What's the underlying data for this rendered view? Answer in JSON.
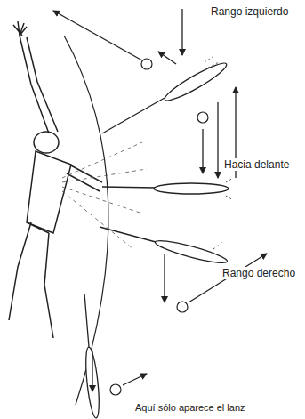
{
  "diagram": {
    "labels": [
      "Rango izquierdo",
      "Hacia delante",
      "Rango derecho",
      "Aquí sólo aparece el lanz"
    ]
  }
}
